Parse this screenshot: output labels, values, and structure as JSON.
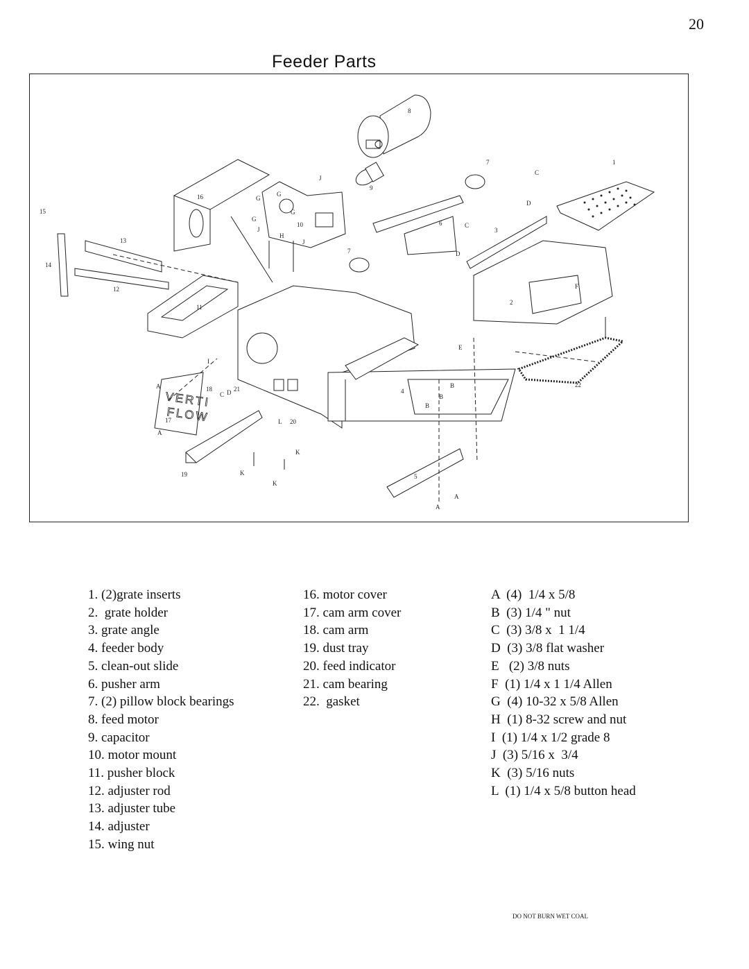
{
  "page_number": "20",
  "title": "Feeder Parts",
  "diagram": {
    "labels": [
      "1",
      "2",
      "3",
      "4",
      "5",
      "6",
      "7",
      "7",
      "8",
      "9",
      "10",
      "11",
      "12",
      "13",
      "14",
      "15",
      "16",
      "17",
      "18",
      "19",
      "20",
      "21",
      "22",
      "A",
      "A",
      "A",
      "A",
      "B",
      "B",
      "B",
      "C",
      "C",
      "C",
      "D",
      "D",
      "D",
      "E",
      "F",
      "G",
      "G",
      "G",
      "G",
      "H",
      "I",
      "J",
      "J",
      "J",
      "K",
      "K",
      "K",
      "L"
    ],
    "logo_text": "VERTI FLOW"
  },
  "parts_numbered": [
    "1. (2)grate inserts",
    "2.  grate holder",
    "3. grate angle",
    "4. feeder body",
    "5. clean-out slide",
    "6. pusher arm",
    "7. (2) pillow block bearings",
    "8. feed motor",
    "9. capacitor",
    "10. motor mount",
    "11. pusher block",
    "12. adjuster rod",
    "13. adjuster tube",
    "14. adjuster",
    "15. wing nut"
  ],
  "parts_numbered_2": [
    "16. motor cover",
    "17. cam arm cover",
    "18. cam arm",
    "19. dust tray",
    "20. feed indicator",
    "21. cam bearing",
    "22.  gasket"
  ],
  "hardware": [
    "A  (4)  1/4 x 5/8",
    "B  (3) 1/4 \" nut",
    "C  (3) 3/8 x  1 1/4",
    "D  (3) 3/8 flat washer",
    "E   (2) 3/8 nuts",
    "F  (1) 1/4 x 1 1/4 Allen",
    "G  (4) 10-32 x 5/8 Allen",
    "H  (1) 8-32 screw and nut",
    "I  (1) 1/4 x 1/2 grade 8",
    "J  (3) 5/16 x  3/4",
    "K  (3) 5/16 nuts",
    "L  (1) 1/4 x 5/8 button head"
  ],
  "footer": "DO NOT BURN WET COAL"
}
